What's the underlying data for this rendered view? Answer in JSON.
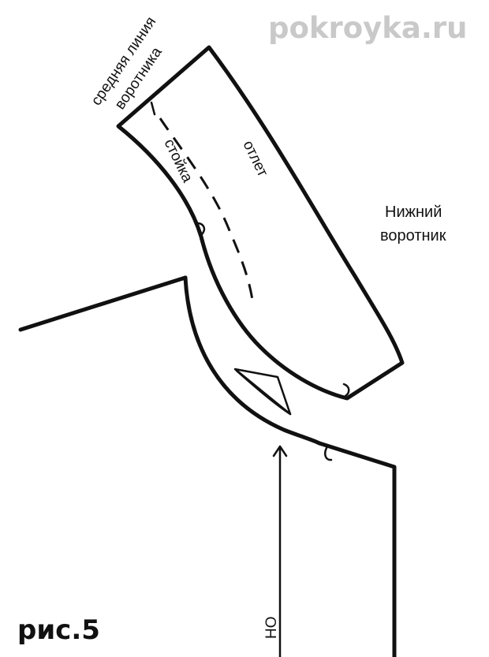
{
  "watermark": "pokroyka.ru",
  "labels": {
    "collar_midline_1": "средняя линия",
    "collar_midline_2": "воротника",
    "stand": "стойка",
    "fall": "отлет",
    "under_collar_1": "Нижний",
    "under_collar_2": "воротник",
    "grain": "НО",
    "figure": "рис.5"
  }
}
